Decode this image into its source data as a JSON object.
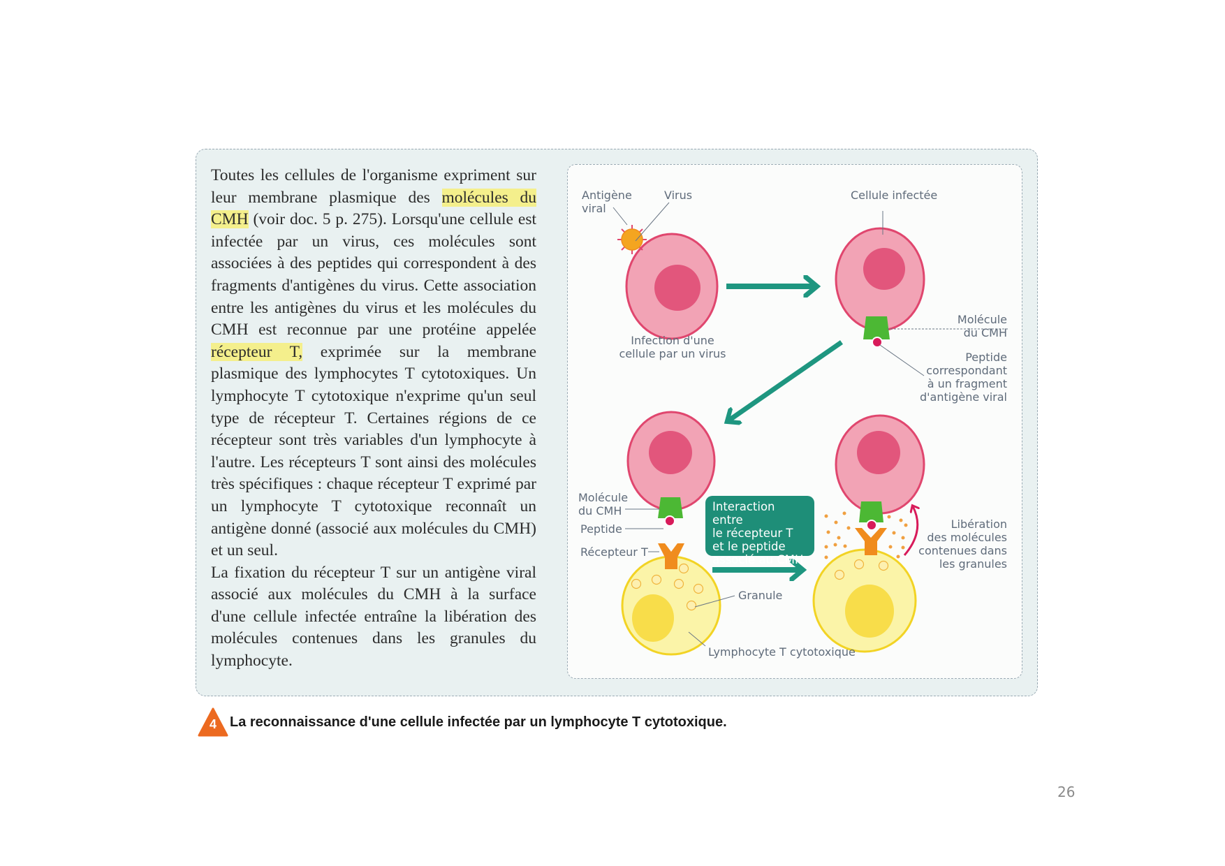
{
  "document": {
    "page_number": "26",
    "body_text": {
      "p1_part1": "Toutes les cellules de l'organisme expriment sur leur membrane plasmique des ",
      "p1_hl1": "molécules du CMH",
      "p1_part2": " (voir doc. 5 p. 275). Lorsqu'une cellule est infectée par un virus, ces molécules sont associées à des peptides qui correspondent à des fragments d'antigènes du virus. Cette association entre les antigènes du virus et les molécules du CMH est reconnue par une protéine appelée ",
      "p1_hl2": "récepteur T,",
      "p1_part3": " exprimée sur la membrane plasmique des lymphocytes T cytotoxiques. Un lymphocyte T cytotoxique n'exprime qu'un seul type de récepteur T. Certaines régions de ce récepteur sont très variables d'un lymphocyte à l'autre. Les récepteurs T sont ainsi des molécules très spécifiques : chaque récepteur T exprimé par un lymphocyte T cytotoxique reconnaît un antigène donné (associé aux molécules du CMH) et un seul.",
      "p2": "La fixation du récepteur T sur un antigène viral associé aux molécules du CMH à la surface d'une cellule infectée entraîne la libération des molécules contenues dans les granules du lymphocyte."
    },
    "diagram": {
      "labels": {
        "antigene_viral_l1": "Antigène",
        "antigene_viral_l2": "viral",
        "virus": "Virus",
        "cellule_infectee": "Cellule infectée",
        "infection_l1": "Infection d'une",
        "infection_l2": "cellule par un virus",
        "molecule_cmh_right_l1": "Molécule",
        "molecule_cmh_right_l2": "du CMH",
        "peptide_right_l1": "Peptide",
        "peptide_right_l2": "correspondant",
        "peptide_right_l3": "à un fragment",
        "peptide_right_l4": "d'antigène viral",
        "molecule_cmh_left_l1": "Molécule",
        "molecule_cmh_left_l2": "du CMH",
        "peptide_left": "Peptide",
        "recepteur_t": "Récepteur T",
        "granule": "Granule",
        "lymphocyte": "Lymphocyte T cytotoxique",
        "liberation_l1": "Libération",
        "liberation_l2": "des molécules",
        "liberation_l3": "contenues dans",
        "liberation_l4": "les granules"
      },
      "interaction_box": {
        "l1": "Interaction entre",
        "l2": "le récepteur T",
        "l3": "et le peptide",
        "l4": "associé au CMH"
      },
      "colors": {
        "cell_pink": "#f2a3b5",
        "cell_border": "#e0466e",
        "nucleus": "#e2567c",
        "mhc_green": "#4cb834",
        "peptide": "#d81b5a",
        "receptor_orange": "#f08c1e",
        "lymphocyte_yellow": "#fbf4a8",
        "lymphocyte_border": "#f2d324",
        "arrow_teal": "#1e9680",
        "virus_orange": "#f4a520"
      }
    },
    "caption": {
      "number": "4",
      "text": "La reconnaissance d'une cellule infectée par un lymphocyte T cytotoxique."
    }
  }
}
